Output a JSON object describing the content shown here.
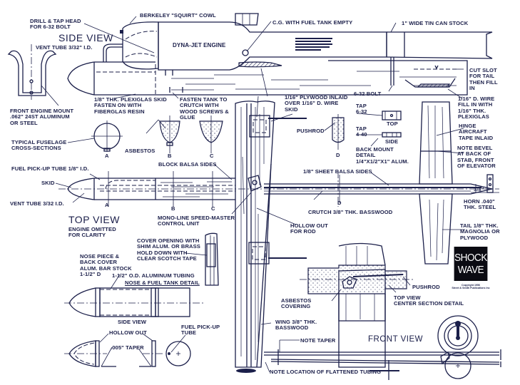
{
  "plan": {
    "title_logo": [
      "SHOCK",
      "WAVE"
    ],
    "copyright": [
      "Copyright 1956",
      "Street & Smith Publications Inc"
    ]
  },
  "views": {
    "side_view": "SIDE VIEW",
    "top_view": "TOP VIEW",
    "top_view_note": "ENGINE OMITTED\nFOR CLARITY",
    "front_view": "FRONT VIEW",
    "tank_side_view": "SIDE VIEW",
    "nose_tank_detail": "NOSE & FUEL TANK DETAIL",
    "center_section": "TOP VIEW\nCENTER SECTION DETAIL"
  },
  "section_marks": [
    "A",
    "B",
    "C",
    "D"
  ],
  "labels": {
    "drill_tap": "DRILL & TAP HEAD\nFOR 6-32 BOLT",
    "cowl": "BERKELEY \"SQUIRT\" COWL",
    "cg": "C.G. WITH FUEL TANK EMPTY",
    "tin_can": "1\" WIDE TIN CAN STOCK",
    "vent_tube_side": "VENT TUBE 3/32\" I.D.",
    "engine": "DYNA-JET ENGINE",
    "cut_slot": "CUT SLOT\nFOR TAIL\nTHEN FILL\nIN",
    "front_mount": "FRONT ENGINE MOUNT\n.062\" 24ST ALUMINUM\nOR STEEL",
    "plexi_skid": "1/8\" THK. PLEXIGLAS SKID\nFASTEN ON WITH\nFIBERGLAS RESIN",
    "fasten_tank": "FASTEN TANK TO\nCRUTCH WITH\nWOOD SCREWS &\nGLUE",
    "plywood_inlaid": "1/16\" PLYWOOD INLAID\nOVER 1/16\" D. WIRE\nSKID",
    "bolt_632": "6-32 BOLT",
    "wire_fill": "1/16\" D. WIRE\nFILL IN WITH\n1/16\" THK.\nPLEXIGLAS",
    "tap_632": "TAP\n6-32",
    "top": "TOP",
    "tap_440": "TAP\n4-40",
    "side": "SIDE",
    "back_mount": "BACK MOUNT\nDETAIL\n1/4\"X1/2\"X1\" ALUM.",
    "hinge": "HINGE\nAIRCRAFT\nTAPE INLAID",
    "bevel": "NOTE BEVEL\nAT BACK OF\nSTAB, FRONT\nOF ELEVATOR",
    "cross_sections": "TYPICAL FUSELAGE\nCROSS-SECTIONS",
    "asbestos": "ASBESTOS",
    "pushrod_d": "PUSHROD",
    "block_balsa": "BLOCK BALSA SIDES",
    "sheet_balsa": "1/8\" SHEET BALSA SIDES",
    "fuel_pickup_top": "FUEL PICK-UP TUBE 1/8\" I.D.",
    "skid": "SKID",
    "vent_tube_top": "VENT TUBE 3/32 I.D.",
    "three_eighths": "3/8\"",
    "horn": "HORN .040\"\nTHK. STEEL",
    "crutch": "CRUTCH 3/8\" THK. BASSWOOD",
    "mono_line": "MONO-LINE SPEED-MASTER\nCONTROL UNIT",
    "hollow_rod": "HOLLOW OUT\nFOR ROD",
    "tail": "TAIL 1/8\" THK.\nMAGNOLIA OR\nPLYWOOD",
    "cover_opening": "COVER OPENING WITH\nSHIM ALUM. OR BRASS\nHOLD DOWN WITH\nCLEAR SCOTCH TAPE",
    "nose_piece": "NOSE PIECE &\nBACK COVER\nALUM. BAR STOCK\n1-1/2\" D",
    "al_tubing": "1-1/2\" O.D. ALUMINUM TUBING",
    "pushrod_c": "PUSHROD",
    "asbestos_cov": "ASBESTOS\nCOVERING",
    "hollow_out": "HOLLOW OUT",
    "taper_005": ".005\" TAPER",
    "fuel_pickup_tube": "FUEL PICK-UP\nTUBE",
    "wing": "WING 3/8\" THK.\nBASSWOOD",
    "note_taper": "NOTE TAPER",
    "flattened": "NOTE LOCATION OF FLATTENED TUBING"
  }
}
